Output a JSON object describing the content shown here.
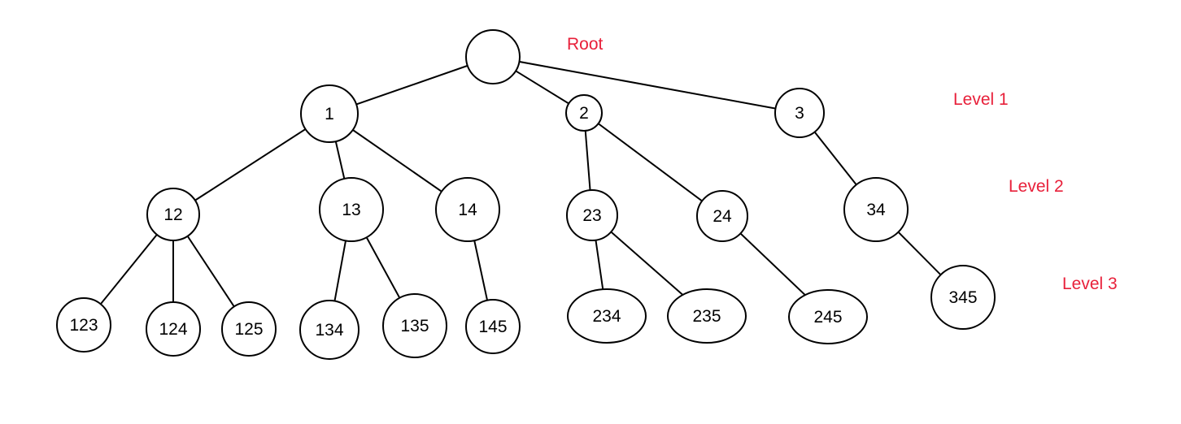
{
  "colors": {
    "level_label": "#e8203a",
    "stroke": "#000000",
    "fill": "#ffffff"
  },
  "level_labels": {
    "root": "Root",
    "level1": "Level 1",
    "level2": "Level 2",
    "level3": "Level 3"
  },
  "nodes": {
    "root": "",
    "n1": "1",
    "n2": "2",
    "n3": "3",
    "n12": "12",
    "n13": "13",
    "n14": "14",
    "n23": "23",
    "n24": "24",
    "n34": "34",
    "n123": "123",
    "n124": "124",
    "n125": "125",
    "n134": "134",
    "n135": "135",
    "n145": "145",
    "n234": "234",
    "n235": "235",
    "n245": "245",
    "n345": "345"
  },
  "edges": [
    [
      "root",
      "n1"
    ],
    [
      "root",
      "n2"
    ],
    [
      "root",
      "n3"
    ],
    [
      "n1",
      "n12"
    ],
    [
      "n1",
      "n13"
    ],
    [
      "n1",
      "n14"
    ],
    [
      "n2",
      "n23"
    ],
    [
      "n2",
      "n24"
    ],
    [
      "n3",
      "n34"
    ],
    [
      "n12",
      "n123"
    ],
    [
      "n12",
      "n124"
    ],
    [
      "n12",
      "n125"
    ],
    [
      "n13",
      "n134"
    ],
    [
      "n13",
      "n135"
    ],
    [
      "n14",
      "n145"
    ],
    [
      "n23",
      "n234"
    ],
    [
      "n23",
      "n235"
    ],
    [
      "n24",
      "n245"
    ],
    [
      "n34",
      "n345"
    ]
  ]
}
